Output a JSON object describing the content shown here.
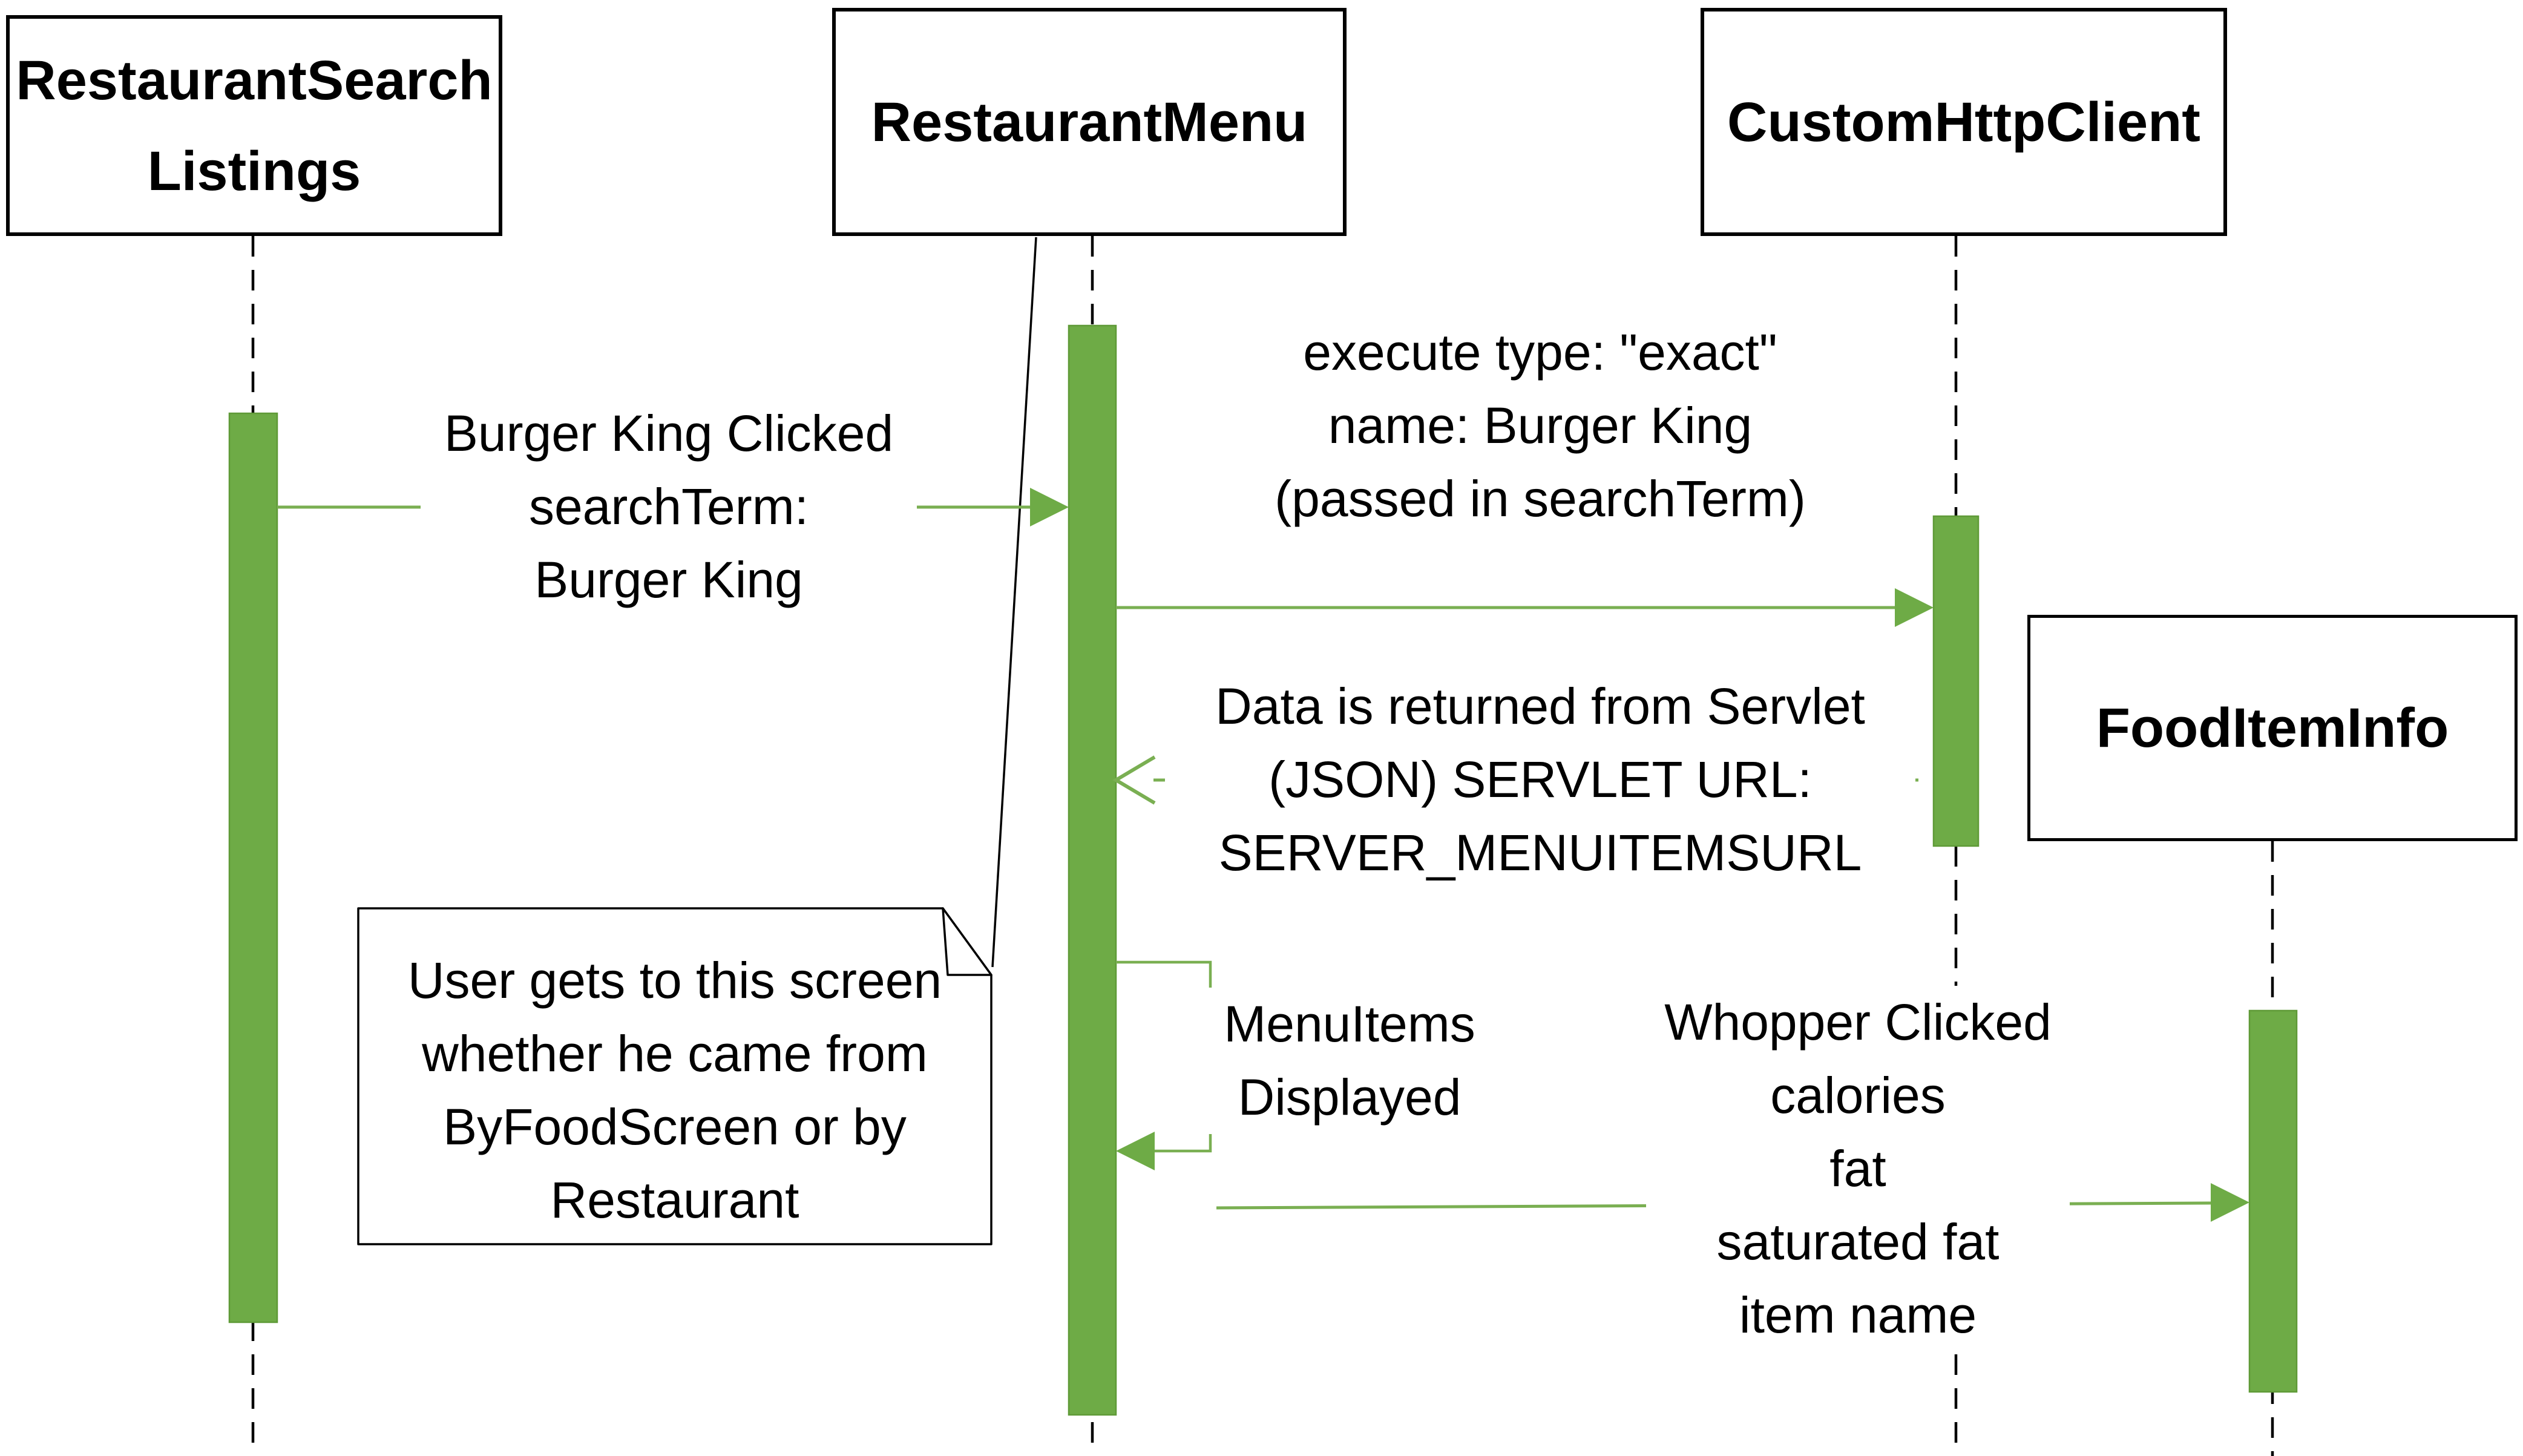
{
  "diagram_type": "uml-sequence-diagram",
  "colors": {
    "activation_fill": "#6EAB46",
    "activation_border": "#5F9A37",
    "message_line": "#7AAF52",
    "arrowhead": "#6EAB46",
    "lifeline": "#000000",
    "box_border": "#000000",
    "text": "#000000",
    "background": "#FFFFFF"
  },
  "lifelines": [
    {
      "id": "restaurant-search-listings",
      "label": "RestaurantSearch\nListings"
    },
    {
      "id": "restaurant-menu",
      "label": "RestaurantMenu"
    },
    {
      "id": "custom-http-client",
      "label": "CustomHttpClient"
    },
    {
      "id": "food-item-info",
      "label": "FoodItemInfo"
    }
  ],
  "messages": {
    "m1": {
      "from": "RestaurantSearchListings",
      "to": "RestaurantMenu",
      "type": "solid-arrow",
      "text": "Burger King Clicked\nsearchTerm:\nBurger King"
    },
    "m2": {
      "from": "RestaurantMenu",
      "to": "CustomHttpClient",
      "type": "solid-arrow",
      "text": "execute type: \"exact\"\nname: Burger King\n(passed in searchTerm)"
    },
    "m3": {
      "from": "CustomHttpClient",
      "to": "RestaurantMenu",
      "type": "dashed-return-arrow",
      "text": "Data is returned from Servlet\n(JSON) SERVLET URL:\nSERVER_MENUITEMSURL"
    },
    "m4": {
      "from": "RestaurantMenu",
      "to": "RestaurantMenu",
      "type": "self-message",
      "text": "MenuItems\nDisplayed"
    },
    "m5": {
      "from": "RestaurantMenu",
      "to": "FoodItemInfo",
      "type": "solid-arrow",
      "text": "Whopper Clicked\ncalories\nfat\nsaturated fat\nitem name"
    }
  },
  "note": {
    "text": "User gets to this screen\nwhether he came from\nByFoodScreen or by\nRestaurant",
    "attached_to": "RestaurantMenu"
  }
}
